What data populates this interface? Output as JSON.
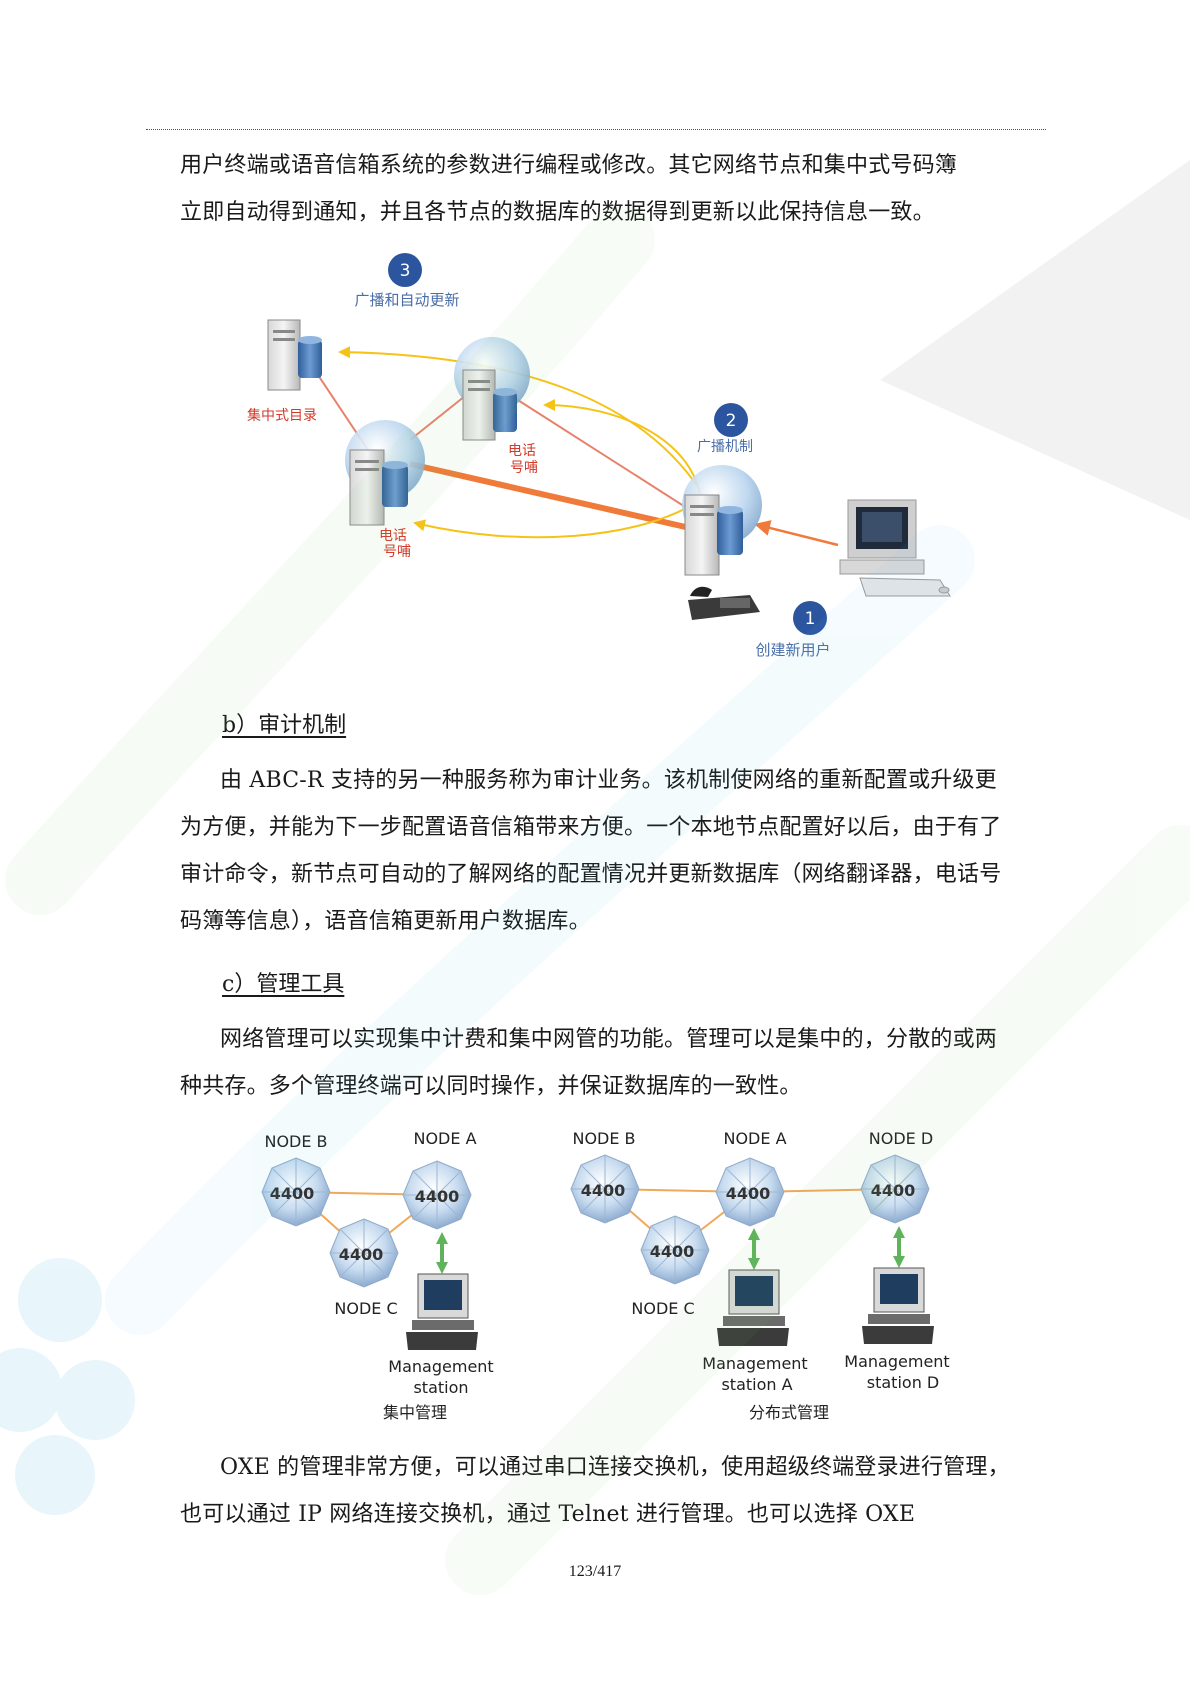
{
  "body": {
    "para1_line1": "用户终端或语音信箱系统的参数进行编程或修改。其它网络节点和集中式号码簿",
    "para1_line2": "立即自动得到通知，并且各节点的数据库的数据得到更新以此保持信息一致。",
    "heading_b": "b）审计机制",
    "para2": "由 ABC-R 支持的另一种服务称为审计业务。该机制使网络的重新配置或升级更为方便，并能为下一步配置语音信箱带来方便。一个本地节点配置好以后，由于有了审计命令，新节点可自动的了解网络的配置情况并更新数据库（网络翻译器，电话号码簿等信息），语音信箱更新用户数据库。",
    "heading_c": "c）管理工具",
    "para3": "网络管理可以实现集中计费和集中网管的功能。管理可以是集中的，分散的或两种共存。多个管理终端可以同时操作，并保证数据库的一致性。",
    "para4": "OXE 的管理非常方便，可以通过串口连接交换机，使用超级终端登录进行管理，也可以通过 IP 网络连接交换机，通过 Telnet 进行管理。也可以选择 OXE"
  },
  "figure1": {
    "step3_num": "3",
    "step3_label": "广播和自动更新",
    "central_dir_label": "集中式目录",
    "phonebook_a_line1": "电话",
    "phonebook_a_line2": "号哺",
    "step2_num": "2",
    "step2_label": "广播机制",
    "phonebook_b_line1": "电话",
    "phonebook_b_line2": "号哺",
    "step1_num": "1",
    "step1_label": "创建新用户"
  },
  "figure2": {
    "left": {
      "node_b": "NODE B",
      "node_a": "NODE A",
      "node_c": "NODE C",
      "hub_label": "4400",
      "station_line1": "Management",
      "station_line2": "station",
      "caption": "集中管理"
    },
    "right": {
      "node_b": "NODE B",
      "node_a": "NODE A",
      "node_d": "NODE D",
      "node_c": "NODE C",
      "hub_label": "4400",
      "station_a_line1": "Management",
      "station_a_line2": "station A",
      "station_d_line1": "Management",
      "station_d_line2": "station D",
      "caption": "分布式管理"
    }
  },
  "footer": {
    "page": "123/417"
  }
}
